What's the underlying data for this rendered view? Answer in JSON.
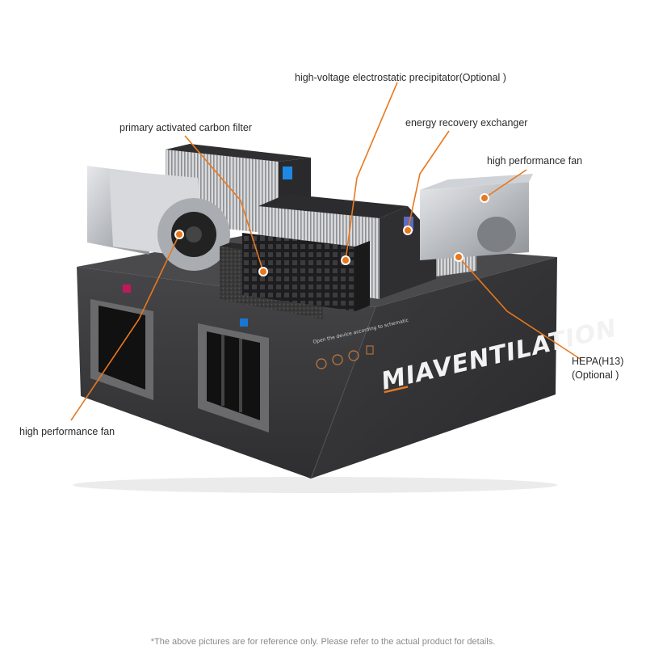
{
  "brand": {
    "logo_text": "MIAVENTILATION",
    "panel_instruction": "Open the device according to schematic"
  },
  "callouts": {
    "hvesp": "high-voltage electrostatic precipitator(Optional )",
    "carbon": "primary activated carbon filter",
    "erv": "energy recovery exchanger",
    "fan_right": "high performance fan",
    "hepa_line1": "HEPA(H13)",
    "hepa_line2": "(Optional )",
    "fan_left": "high performance fan"
  },
  "footnote": "*The above pictures are for reference only. Please refer to the actual product for details.",
  "colors": {
    "accent": "#e8781e",
    "cabinet": "#3b3b3d",
    "cabinet_top": "#4a4a4c",
    "metal": "#c9ccd0"
  }
}
